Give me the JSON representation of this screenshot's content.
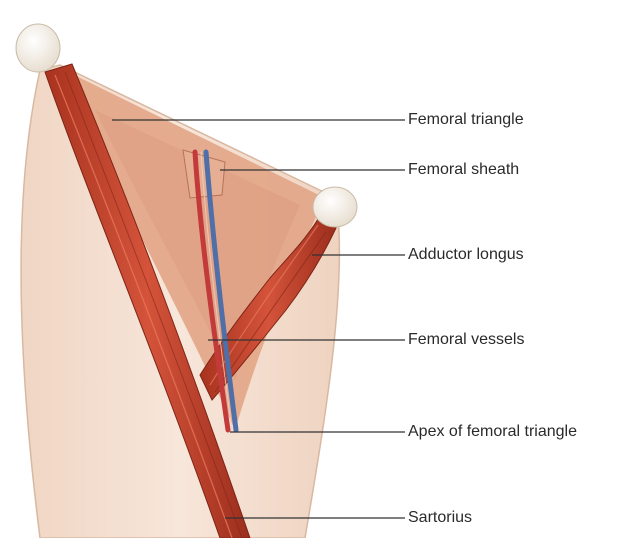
{
  "labels": {
    "femoral_triangle": "Femoral triangle",
    "femoral_sheath": "Femoral sheath",
    "adductor_longus": "Adductor longus",
    "femoral_vessels": "Femoral vessels",
    "apex_femoral_triangle": "Apex of femoral triangle",
    "sartorius": "Sartorius"
  },
  "colors": {
    "skin": "#f4e0d0",
    "triangle_fill": "#e2a285",
    "muscle": "#c8452f",
    "muscle_dark": "#8e2a1c",
    "artery": "#c23a3a",
    "vein": "#4f6fa8",
    "bone": "#f3ece2",
    "leader": "#333333"
  }
}
